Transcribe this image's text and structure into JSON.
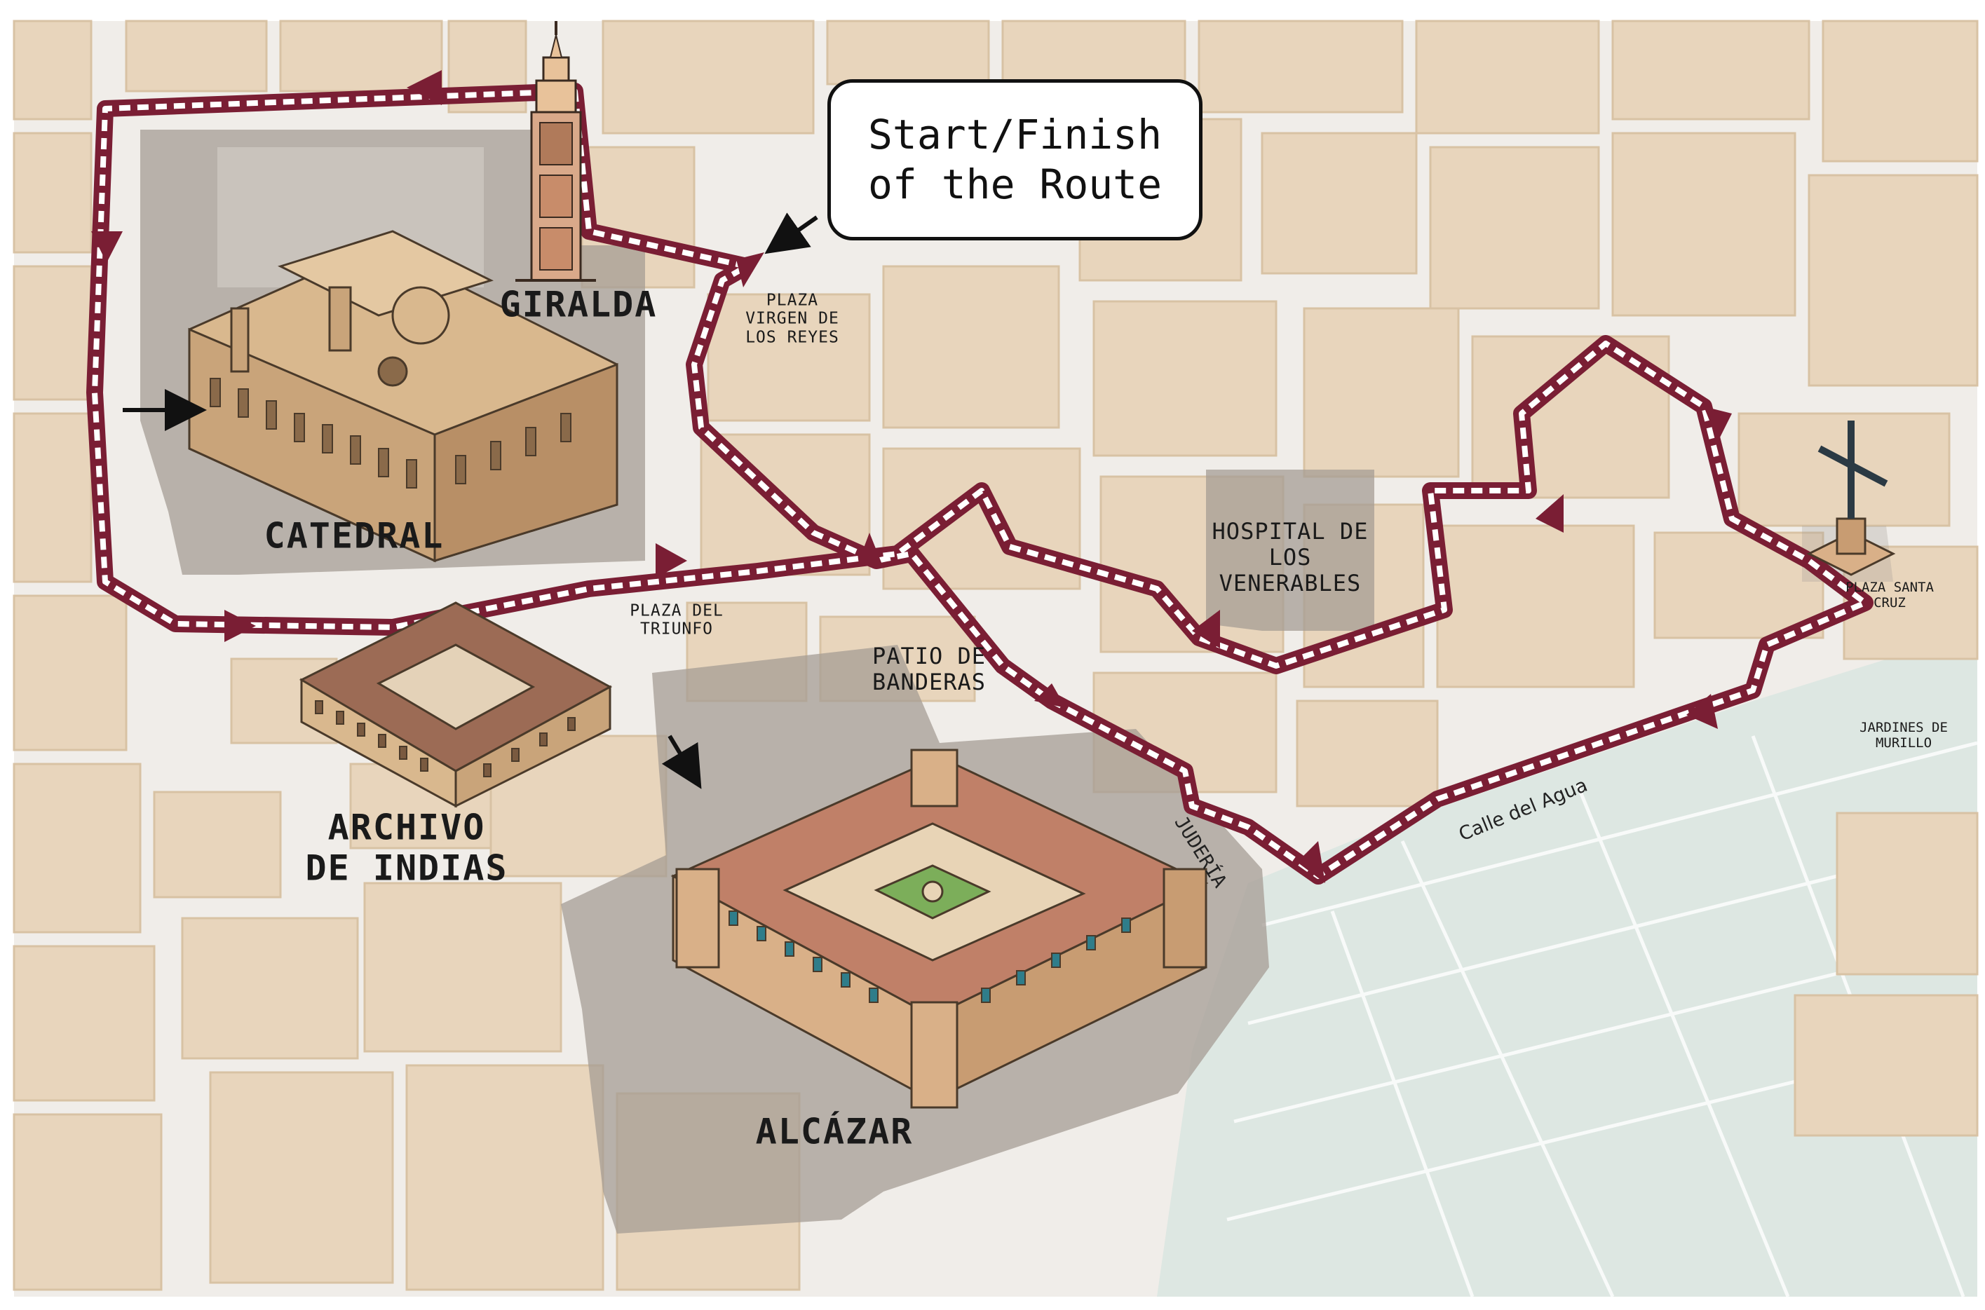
{
  "map": {
    "colors": {
      "background": "#f0ede9",
      "block": "#e8d5bc",
      "block_edge": "#d8c2a4",
      "monument_area": "#a69d95",
      "park": "#dde7e2",
      "route": "#7a1e34",
      "route_inner": "#ffffff"
    },
    "landmarks": {
      "giralda": "GIRALDA",
      "catedral": "CATEDRAL",
      "archivo": "ARCHIVO\nDE INDIAS",
      "alcazar": "ALCÁZAR"
    },
    "places": {
      "plaza_virgen": "PLAZA\nVIRGEN DE\nLOS REYES",
      "plaza_triunfo": "PLAZA DEL\nTRIUNFO",
      "patio_banderas": "PATIO DE\nBANDERAS",
      "hospital": "HOSPITAL DE\nLOS\nVENERABLES",
      "plaza_santa_cruz": "PLAZA SANTA\nCRUZ",
      "jardines": "JARDINES DE\nMURILLO"
    },
    "streets": {
      "juderia": "JUDERÍA",
      "calle_agua": "Calle del Agua"
    },
    "callout": {
      "text": "Start/Finish\nof the Route"
    },
    "icons": [
      "giralda-tower-icon",
      "cathedral-icon",
      "archivo-building-icon",
      "alcazar-palace-icon",
      "cross-monument-icon",
      "direction-arrow-icon",
      "pointer-arrow-icon"
    ]
  }
}
